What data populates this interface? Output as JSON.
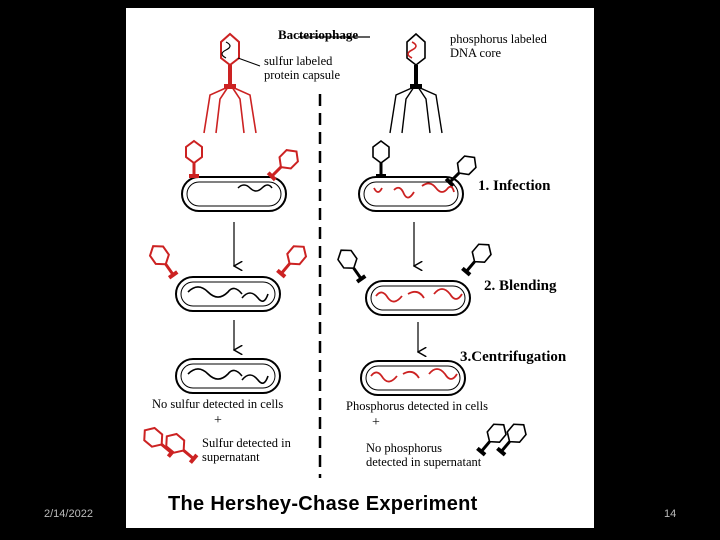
{
  "slide": {
    "date": "2/14/2022",
    "page_number": "14"
  },
  "diagram": {
    "title": "The Hershey-Chase Experiment",
    "labels": {
      "bacteriophage": "Bacteriophage",
      "sulfur_capsule": "sulfur labeled\nprotein capsule",
      "phosphorus_core": "phosphorus labeled\nDNA core",
      "step1": "1. Infection",
      "step2": "2. Blending",
      "step3": "3.Centrifugation",
      "no_sulfur_cells": "No sulfur detected in cells",
      "plus_left": "+",
      "sulfur_supernatant": "Sulfur detected in\nsupernatant",
      "phosphorus_cells": "Phosphorus detected in cells",
      "plus_right": "+",
      "no_phosphorus_supernatant": "No phosphorus\ndetected in supernatant"
    },
    "colors": {
      "label_red": "#cc2222",
      "outline": "#000000",
      "background": "#ffffff"
    }
  }
}
